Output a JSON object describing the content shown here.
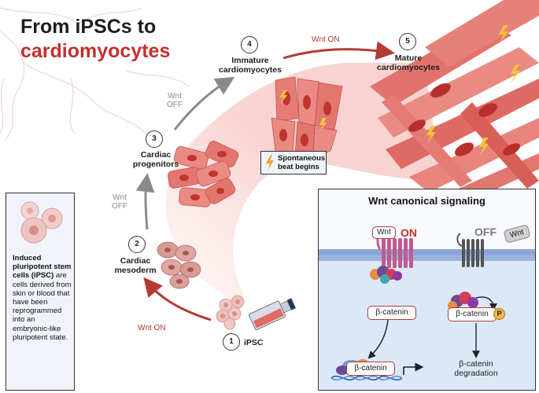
{
  "title": {
    "line1": "From iPSCs to",
    "line2": "cardiomyocytes"
  },
  "stages": [
    {
      "num": "1",
      "label": "iPSC"
    },
    {
      "num": "2",
      "label_line1": "Cardiac",
      "label_line2": "mesoderm"
    },
    {
      "num": "3",
      "label_line1": "Cardiac",
      "label_line2": "progenitors"
    },
    {
      "num": "4",
      "label_line1": "Immature",
      "label_line2": "cardiomyocytes"
    },
    {
      "num": "5",
      "label_line1": "Mature",
      "label_line2": "cardiomyocytes"
    }
  ],
  "transitions": {
    "wnt_on_1": "Wnt ON",
    "wnt_off_1_l1": "Wnt",
    "wnt_off_1_l2": "OFF",
    "wnt_off_2_l1": "Wnt",
    "wnt_off_2_l2": "OFF",
    "wnt_on_2": "Wnt ON"
  },
  "beat_box": {
    "line1": "Spontaneous",
    "line2": "beat begins"
  },
  "ipsc_box": {
    "bold": "Induced pluripotent stem cells (iPSC)",
    "text": " are cells derived from skin or blood that have been reprogrammed into an embryonic-like pluripotent state."
  },
  "wnt_panel": {
    "title": "Wnt canonical signaling",
    "wnt_tag_on": "Wnt",
    "on_label": "ON",
    "off_label": "OFF",
    "wnt_tag_off": "Wnt",
    "beta_catenin_1": "β-catenin",
    "beta_catenin_2": "β-catenin",
    "beta_catenin_3": "β-catenin",
    "phospho": "P",
    "degradation_l1": "β-catenin",
    "degradation_l2": "degradation"
  },
  "colors": {
    "title_red": "#c4302c",
    "cell_pink": "#e8867f",
    "cell_dark": "#c9413b",
    "membrane_blue": "#8fa8d6",
    "flash": "#f0a030"
  }
}
